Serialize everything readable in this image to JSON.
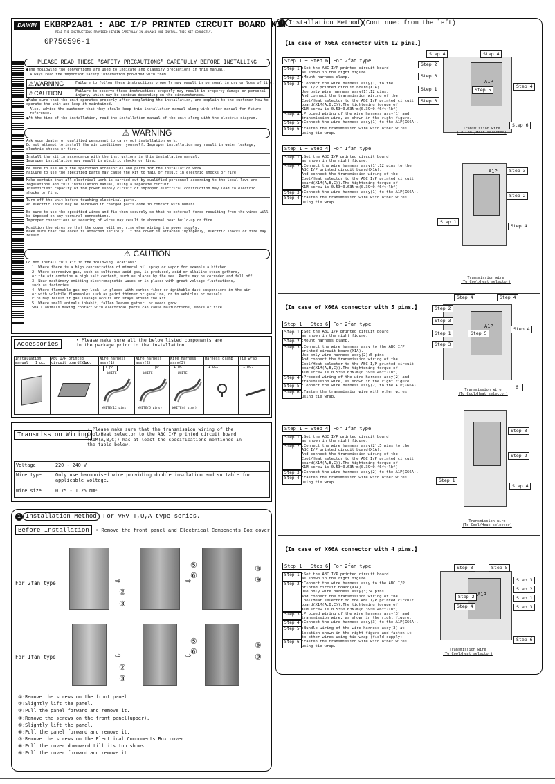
{
  "header": {
    "logo": "DAIKIN",
    "title": "EKBRP2A81 : ABC I/P PRINTED CIRCUIT BOARD KIT",
    "subtitle": "READ THE INSTRUCTIONS PROVIDED HEREIN CAREFULLY IN ADVANCE AND INSTALL THIS KIT CORRECTLY.",
    "code": "0P750596-1"
  },
  "safety": {
    "title": "PLEASE READ THESE \"SAFETY PRECAUTIONS\" CAREFULLY BEFORE INSTALLING",
    "intro1": "●The following two conventions are used to indicate and classify precautions in this manual.",
    "intro2": "Always read the important safety information provided with them.",
    "warning_label": "WARNING",
    "warning_text": "Failure to follow these instructions properly may result in personal injury or loss of life.",
    "caution_label": "CAUTION",
    "caution_text": "Failure to observe these instructions properly may result in property damage or personal injury, which may be serious depending on the circumstances.",
    "notes": [
      "●Make sure that the unit operates properly after completing the installation, and explain to the customer how to operate the unit and keep it maintained.",
      "Also, advise the customer that they should keep this installation manual along with other manual for future reference.",
      "●At the time of the installation, read the installation manual of the unit along with the electric diagram."
    ]
  },
  "warning": {
    "title": "WARNING",
    "items": [
      "Ask your dealer or qualified personnel to carry out installation work.\nDo not attempt to install the air conditioner yourself. Improper installation may result in water leakage, electric shocks or fire.",
      "Install the kit in accordance with the instructions in this installation manual.\nImproper installation may result in electric shocks or fire.",
      "Be sure to use only the specified accessories and parts for the installation work.\nFailure to use the specified parts may cause the kit to fail or result in electric shocks or fire.",
      "Make certain that all electrical work is carried out by qualified personnel according to the local laws and regulations and this installation manual, using a separate circuit.\nInsufficient capacity of the power supply circuit or improper electrical construction may lead to electric shocks or fire.",
      "Turn off the unit before touching electrical parts.\nAn electric shock may be received if charged parts come in contact with humans.",
      "Be sure to use the specified wires and fix them securely so that no external force resulting from the wires will be imposed on any terminal connections.\nImproper connections or securing of wires may result in abnormal heat build-up or fire.",
      "Position the wires so that the cover will not rise when wiring the power supply.\nMake sure that the cover is attached securely. If the cover is attached improperly, electric shocks or fire may result."
    ]
  },
  "caution": {
    "title": "CAUTION",
    "intro": "Do not install this kit in the following locations:",
    "items": [
      "1. Where there is a high concentration of mineral oil spray or vapor for example a kitchen.",
      "2. Where corrosive gas, such as sulfurous acid gas, is produced, acid or alkaline steam gathers,\n   or the air contains a high salt content, such as places by the sea. Parts may be corroded and fall off.",
      "3. Near machinery emitting electromagnetic waves or in places with great voltage fluctuations,\n   such as factories.",
      "4. Where flammable gas may leak, in places with carbon fiber or ignitable dust suspensions in the air\n   or with volatile flammables such as paint thinner or gasoline, or in vehicles or vessels.\n   Fire may result if gas leakage occurs and stays around the kit.",
      "5. Where small animals inhabit, fallen leaves gather, or weeds grow.\n   Small animals making contact with electrical parts can cause malfunctions, smoke or fire."
    ]
  },
  "accessories": {
    "title": "Accessories",
    "note": "• Please make sure all the below listed components are\n  in the package prior to the installation.",
    "columns": [
      "Installation manual",
      "ABC I/P printed circuit board(X1A)",
      "Wire harness assy(1)",
      "Wire harness assy(2)",
      "Wire harness assy(3)",
      "Harness clamp",
      "Tie wrap"
    ],
    "qty": [
      "1 pc.",
      "1 pc.",
      "1 pc.",
      "1 pc.",
      "1 pc.",
      "1 pc.",
      "1 pc."
    ],
    "white": "WHITE",
    "harness_labels": [
      "WHITE(12 pins)",
      "WHITE(5 pins)",
      "WHITE(4 pins)"
    ]
  },
  "transmission": {
    "title": "Transmission Wiring",
    "note": "• Please make sure that the transmission wiring of the\n  Cool/Heat selector to the ABC I/P printed circuit board\n  (X1M(A,B,C)) has at least the specifications mentioned in\n  the table below.",
    "rows": [
      {
        "label": "Voltage",
        "value": "220 - 240 V"
      },
      {
        "label": "Wire type",
        "value": "Only use harmonised wire providing double insulation and suitable for applicable voltage."
      },
      {
        "label": "Wire size",
        "value": "0.75 - 1.25 mm²"
      }
    ]
  },
  "method_left": {
    "num": "1",
    "title": "Installation Method",
    "suffix": "For VRV T,U,A type series.",
    "before": "Before Installation",
    "before_note": "• Remove the front panel and Electrical Components Box cover.",
    "type2": "For 2fan type",
    "type1": "For 1fan type",
    "callouts": [
      "②",
      "③",
      "⑤",
      "⑥",
      "⑧",
      "⑨"
    ],
    "steps": [
      "①:Remove the screws on the front panel.",
      "②:Slightly lift the panel.",
      "③:Pull the panel forward and remove it.",
      "④:Remove the screws on the front panel(upper).",
      "⑤:Slightly lift the panel.",
      "⑥:Pull the panel forward and remove it.",
      "⑦:Remove the screws on the Electrical Components Box cover.",
      "⑧:Pull the cover downward till its top shows.",
      "⑨:Pull the cover forward and remove it."
    ]
  },
  "method_right": {
    "num": "1",
    "title": "Installation Method",
    "suffix": "(Continued from the left)"
  },
  "sec12": {
    "heading": "【In case of X66A connector with 12 pins.】",
    "range2": "Step 1 ~ Step 6",
    "type2": "For 2fan type",
    "steps2": [
      {
        "n": "Step 1",
        "t": ":Set the ABC I/P printed circuit board\n as shown in the right figure."
      },
      {
        "n": "Step 2",
        "t": ":Mount harness clamp."
      },
      {
        "n": "Step 3",
        "t": ":Connect the wire harness assy(1) to the\n ABC I/P printed circuit board(X1A).\n Use only wire harness assy(1):12 pins.\n And connect the transmission wiring of the\n Cool/Heat selector to the ABC I/P printed circuit\n board(X1M(A,B,C)).The tightening torque of\n X1M screw is 0.53~0.63N·m(0.39~0.46ft·lbf)"
      },
      {
        "n": "Step 4",
        "t": ":Proceed wiring of the wire harness assy(1) and\n transmission wire, as shown in the right figure."
      },
      {
        "n": "Step 5",
        "t": ":Connect the wire harness assy(1) to the A1P(X66A)."
      },
      {
        "n": "Step 6",
        "t": ":Fasten the transmission wire with other wires\n using tie wrap."
      }
    ],
    "range1": "Step 1 ~ Step 4",
    "type1": "For 1fan type",
    "steps1": [
      {
        "n": "Step 1",
        "t": ":Set the ABC I/P printed circuit board\n as shown in the right figure."
      },
      {
        "n": "Step 2",
        "t": ":Connect the wire harness assy(1):12 pins to the\n ABC I/P printed circuit board(X1A).\n And connect the transmission wiring of the\n Cool/Heat selector to the ABC I/P printed circuit\n board(X1M(A,B,C)).The tightening torque of\n X1M screw is 0.53~0.63N·m(0.39~0.46ft·lbf)"
      },
      {
        "n": "Step 3",
        "t": ":Connect the wire harness assy(1) to the A1P(X66A)."
      },
      {
        "n": "Step 4",
        "t": ":Fasten the transmission wire with other wires\n using tie wrap."
      }
    ]
  },
  "sec5": {
    "heading": "【In case of X66A connector with 5 pins.】",
    "range2": "Step 1 ~ Step 6",
    "type2": "For 2fan type",
    "steps2": [
      {
        "n": "Step 1",
        "t": ":Set the ABC I/P printed circuit board\n as shown in the right figure."
      },
      {
        "n": "Step 2",
        "t": ":Mount harness clamp."
      },
      {
        "n": "Step 3",
        "t": ":Connect the wire harness assy to the ABC I/P\n printed circuit board(X1A).\n Use only wire harness assy(2):5 pins.\n And connect the transmission wiring of the\n Cool/Heat selector to the ABC I/P printed circuit\n board(X1M(A,B,C)).The tightening torque of\n X1M screw is 0.53~0.63N·m(0.39~0.46ft·lbf)"
      },
      {
        "n": "Step 4",
        "t": ":Proceed wiring of the wire harness assy(2) and\n transmission wire, as shown in the right figure."
      },
      {
        "n": "Step 5",
        "t": ":Connect the wire harness assy(2) to the A1P(X66A)."
      },
      {
        "n": "Step 6",
        "t": ":Fasten the transmission wire with other wires\n using tie wrap."
      }
    ],
    "range1": "Step 1 ~ Step 4",
    "type1": "For 1fan type",
    "steps1": [
      {
        "n": "Step 1",
        "t": ":Set the ABC I/P printed circuit board\n as shown in the right figure."
      },
      {
        "n": "Step 2",
        "t": ":Connect the wire harness assy(2):5 pins to the\n ABC I/P printed circuit board(X1A).\n And connect the transmission wiring of the\n Cool/Heat selector to the ABC I/P printed circuit\n board(X1M(A,B,C)).The tightening torque of\n X1M screw is 0.53~0.63N·m(0.39~0.46ft·lbf)"
      },
      {
        "n": "Step 3",
        "t": ":Connect the wire harness assy(2) to the A1P(X66A)."
      },
      {
        "n": "Step 4",
        "t": ":Fasten the transmission wire with other wires\n using tie wrap."
      }
    ]
  },
  "sec4": {
    "heading": "【In case of X66A connector with 4 pins.】",
    "range2": "Step 1 ~ Step 6",
    "type2": "For 2fan type",
    "steps2": [
      {
        "n": "Step 1",
        "t": ":Set the ABC I/P printed circuit board\n as shown in the right figure."
      },
      {
        "n": "Step 2",
        "t": ":Connect the wire harness assy to the ABC I/P\n printed circuit board(X1A).\n Use only wire harness assy(3):4 pins.\n And connect the transmission wiring of the\n Cool/Heat selector to the ABC I/P printed circuit\n board(X1M(A,B,C)).The tightening torque of\n X1M screw is 0.53~0.63N·m(0.39~0.46ft·lbf)"
      },
      {
        "n": "Step 3",
        "t": ":Proceed wiring of the wire harness assy(3) and\n transmission wire, as shown in the right figure."
      },
      {
        "n": "Step 4",
        "t": ":Connect the wire harness assy(3) to the A1P(X66A)."
      },
      {
        "n": "Step 5",
        "t": ":Bundle wiring of the wire harness assy(3) at\n location shown in the right figure and fasten it\n to other wires using tie wrap (field supply)"
      },
      {
        "n": "Step 6",
        "t": ":Fasten the transmission wire with other wires\n using tie wrap."
      }
    ]
  },
  "figure": {
    "a1p": "A1P",
    "wire1": "Transmission wire",
    "wire2": "(To Cool/Heat selector)",
    "step_labels": [
      "Step 1",
      "Step 2",
      "Step 3",
      "Step 4",
      "Step 5",
      "Step 6"
    ],
    "six": "6"
  }
}
